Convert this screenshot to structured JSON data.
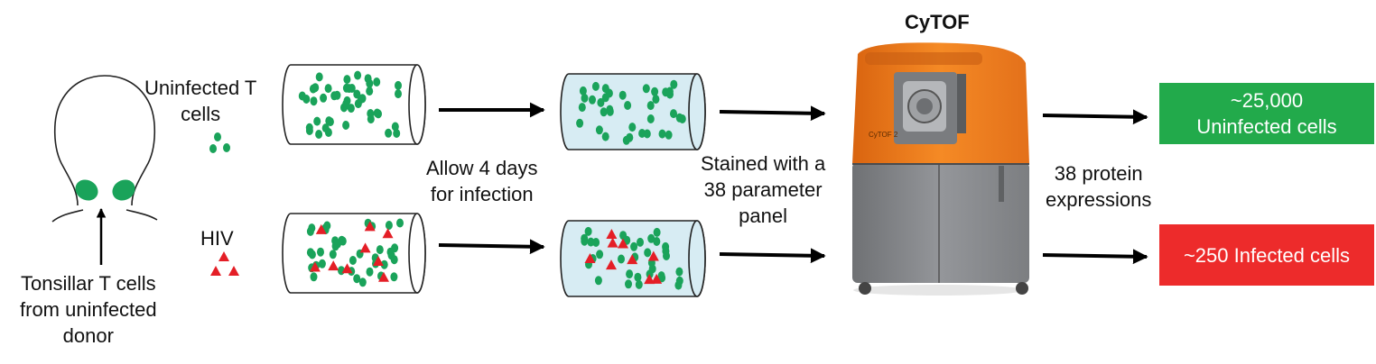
{
  "labels": {
    "uninfected_line1": "Uninfected T",
    "uninfected_line2": "cells",
    "hiv": "HIV",
    "tonsillar_line1": "Tonsillar T cells",
    "tonsillar_line2": "from uninfected",
    "tonsillar_line3": "donor",
    "allow_line1": "Allow 4 days",
    "allow_line2": "for infection",
    "stained_line1": "Stained with a",
    "stained_line2": "38 parameter",
    "stained_line3": "panel",
    "cytof_title": "CyTOF",
    "protein_line1": "38 protein",
    "protein_line2": "expressions"
  },
  "results": {
    "uninfected_line1": "~25,000",
    "uninfected_line2": "Uninfected cells",
    "infected": "~250 Infected cells"
  },
  "colors": {
    "cell_green": "#1aa35a",
    "virus_red": "#e41e26",
    "box_green": "#22aa4b",
    "box_red": "#ed2b2b",
    "tube_fill": "#d7ecf3",
    "machine_orange": "#ef7c1a",
    "machine_gray": "#8b8d90"
  }
}
